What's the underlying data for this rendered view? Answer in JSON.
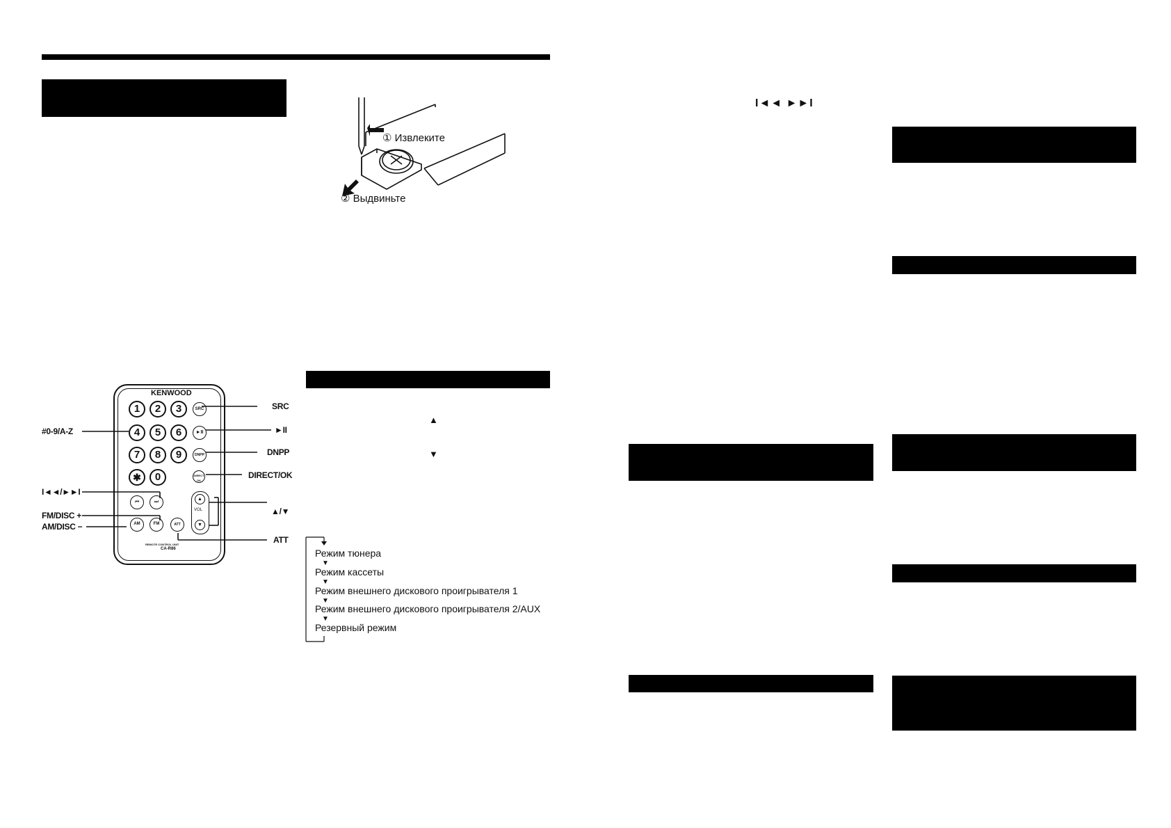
{
  "battery_figure": {
    "step1": "① Извлеките",
    "step2": "② Выдвиньте"
  },
  "remote": {
    "brand": "KENWOOD",
    "model_line1": "REMOTE CONTROL UNIT",
    "model_line2": "CA-R86",
    "keys": [
      "1",
      "2",
      "3",
      "4",
      "5",
      "6",
      "7",
      "8",
      "9",
      "✱",
      "0"
    ],
    "small_buttons": {
      "src": "SRC",
      "play": "►II",
      "dnpp": "DNPP",
      "direct": "DIRECT OK",
      "am": "AM",
      "fm": "FM",
      "att": "ATT",
      "vol": "VOL"
    },
    "left_labels": {
      "alnum": "#0-9/A-Z",
      "track": "I◄◄/►►I",
      "fm_disc": "FM/DISC +",
      "am_disc": "AM/DISC −"
    },
    "right_labels": {
      "src": "SRC",
      "play": "►II",
      "dnpp": "DNPP",
      "direct": "DIRECT/OK",
      "updown": "▲/▼",
      "att": "ATT"
    }
  },
  "source_chain": {
    "up_symbol": "▲",
    "down_symbol": "▼",
    "items": [
      "Режим тюнера",
      "Режим кассеты",
      "Режим внешнего дискового проигрывателя 1",
      "Режим внешнего дискового проигрывателя 2/AUX",
      "Резервный режим"
    ]
  },
  "page3": {
    "track_symbols": "I◄◄ ►►I"
  }
}
